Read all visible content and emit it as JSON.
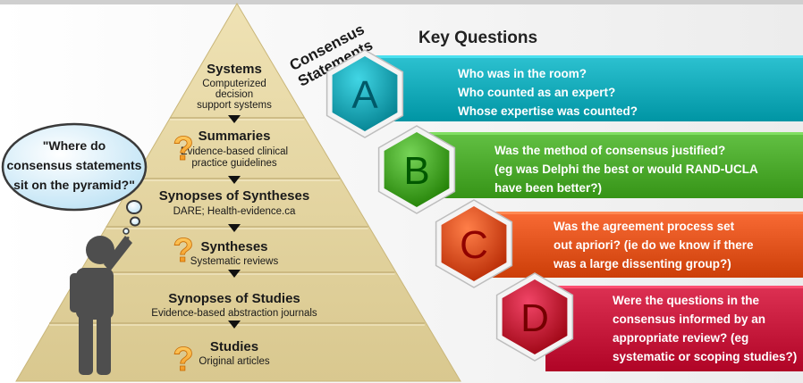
{
  "consensus_label": [
    "Consensus",
    "Statements"
  ],
  "key_questions_title": "Key Questions",
  "thought_bubble": [
    "\"Where do",
    "consensus statements",
    "sit on the pyramid?\""
  ],
  "pyramid": [
    {
      "title": "Systems",
      "sub": [
        "Computerized",
        "decision",
        "support systems"
      ],
      "question_mark": false
    },
    {
      "title": "Summaries",
      "sub": [
        "Evidence-based clinical",
        "practice guidelines"
      ],
      "question_mark": true
    },
    {
      "title": "Synopses of Syntheses",
      "sub": [
        "DARE; Health-evidence.ca"
      ],
      "question_mark": false
    },
    {
      "title": "Syntheses",
      "sub": [
        "Systematic reviews"
      ],
      "question_mark": true
    },
    {
      "title": "Synopses of Studies",
      "sub": [
        "Evidence-based abstraction journals"
      ],
      "question_mark": false
    },
    {
      "title": "Studies",
      "sub": [
        "Original articles"
      ],
      "question_mark": true
    }
  ],
  "question_mark_glyph": "?",
  "questions": [
    {
      "letter": "A",
      "color": "#14a9b8",
      "lines": [
        "Who was in the room?",
        "Who counted as an expert?",
        "Whose expertise was counted?"
      ]
    },
    {
      "letter": "B",
      "color": "#4aa82b",
      "lines": [
        "Was the method of consensus justified?",
        "(eg was Delphi the best or would RAND-UCLA",
        "have been better?)"
      ]
    },
    {
      "letter": "C",
      "color": "#e0521c",
      "lines": [
        "Was the agreement process set",
        "out apriori? (ie do we know if there",
        "was a large dissenting group?)"
      ]
    },
    {
      "letter": "D",
      "color": "#c4183a",
      "lines": [
        "Were the questions in the",
        "consensus informed by an",
        "appropriate review? (eg",
        "systematic or scoping studies?)"
      ]
    }
  ]
}
